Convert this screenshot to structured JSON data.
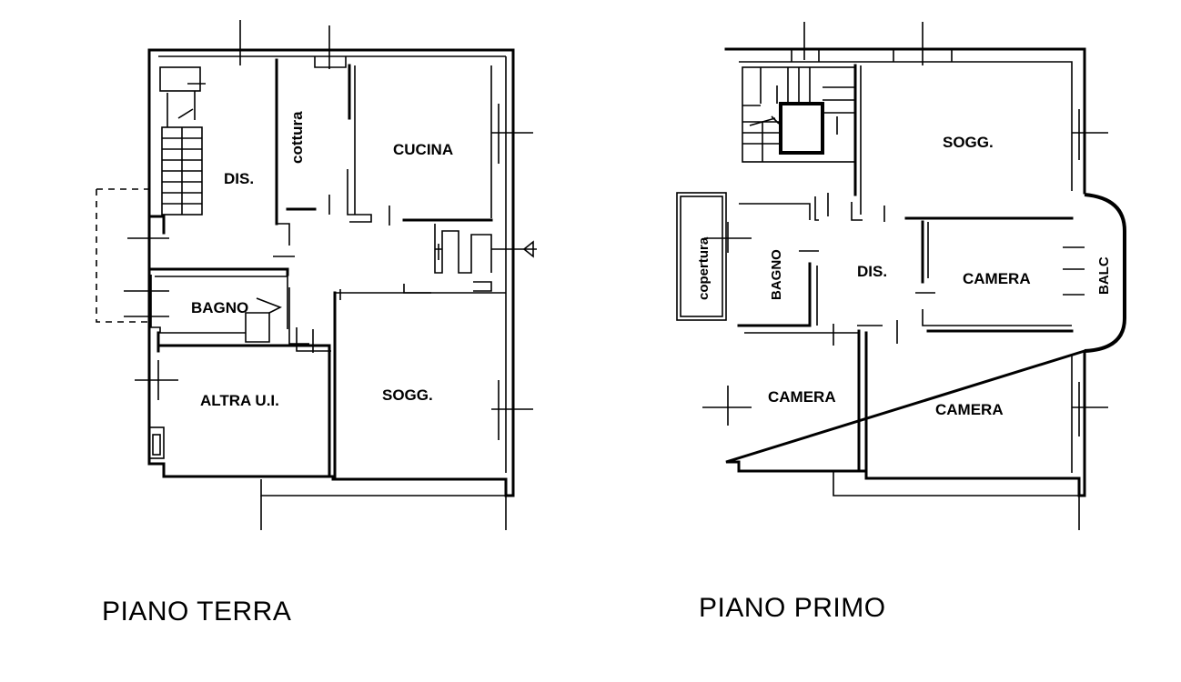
{
  "floors": {
    "ground": {
      "title": "PIANO TERRA",
      "rooms": {
        "dis": "DIS.",
        "cottura": "cottura",
        "cucina": "CUCINA",
        "bagno": "BAGNO",
        "altra": "ALTRA U.I.",
        "sogg": "SOGG."
      }
    },
    "first": {
      "title": "PIANO PRIMO",
      "rooms": {
        "copertura": "copertura",
        "bagno": "BAGNO",
        "dis": "DIS.",
        "sogg": "SOGG.",
        "camera_1": "CAMERA",
        "camera_2": "CAMERA",
        "camera_3": "CAMERA",
        "balc": "BALC"
      }
    }
  }
}
